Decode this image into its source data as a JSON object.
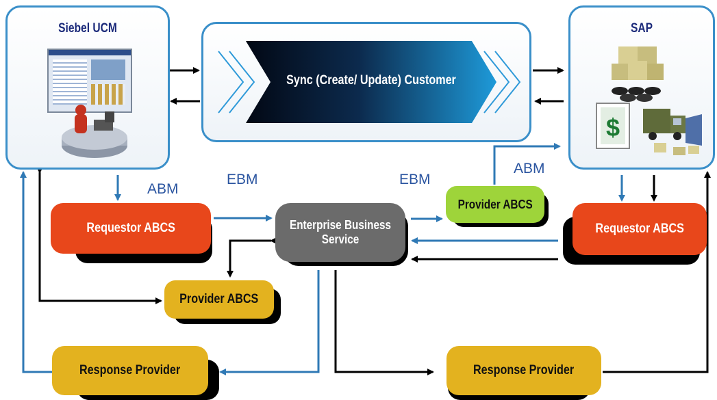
{
  "left_system": {
    "title": "Siebel UCM"
  },
  "right_system": {
    "title": "SAP"
  },
  "process": {
    "title": "Sync (Create/ Update) Customer"
  },
  "labels": {
    "abm_left": "ABM",
    "ebm_left": "EBM",
    "ebm_right": "EBM",
    "abm_right": "ABM"
  },
  "nodes": {
    "requestor_left": "Requestor ABCS",
    "requestor_right": "Requestor ABCS",
    "ebs": "Enterprise Business Service",
    "provider_green": "Provider ABCS",
    "provider_yellow": "Provider ABCS",
    "response_left": "Response Provider",
    "response_right": "Response Provider"
  },
  "colors": {
    "blue_arrow": "#2f79b5",
    "black_arrow": "#000000",
    "red": "#e8471b",
    "yellow": "#e3b21f",
    "green": "#9ed43a",
    "grey": "#6b6b6b",
    "border": "#3a8fc9"
  }
}
